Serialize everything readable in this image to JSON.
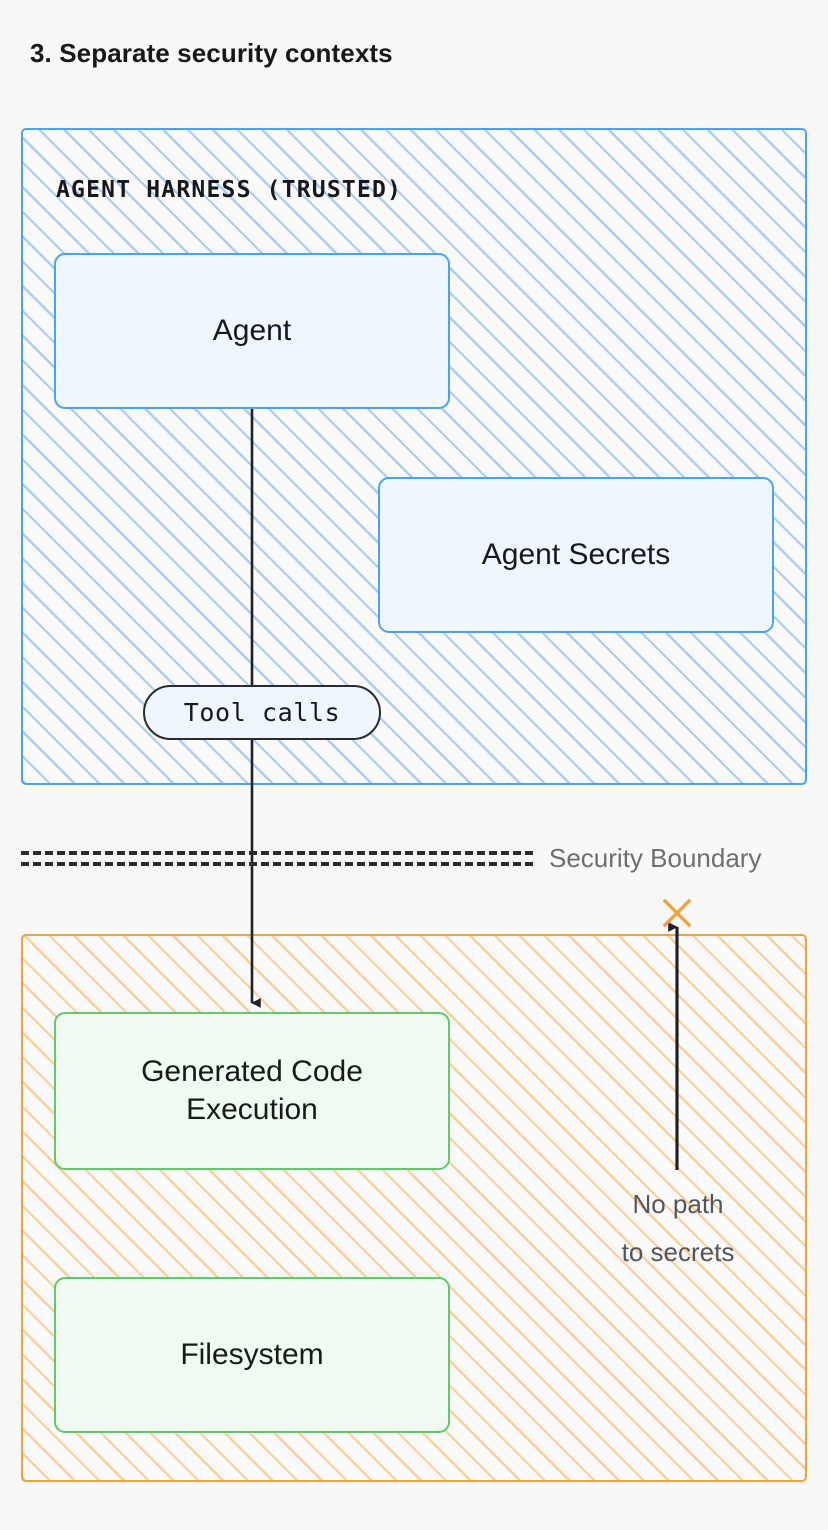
{
  "title": "3. Separate security contexts",
  "zones": {
    "trusted": {
      "label": "AGENT HARNESS (TRUSTED)",
      "border_color": "#4AA3F0",
      "hatch_color": "#A8C9F3",
      "nodes": [
        {
          "id": "agent",
          "label": "Agent"
        },
        {
          "id": "agent-secrets",
          "label": "Agent Secrets"
        }
      ]
    },
    "untrusted": {
      "label": "",
      "border_color": "#F0A33C",
      "hatch_color": "#FACD96",
      "nodes": [
        {
          "id": "code-exec",
          "label": "Generated Code\nExecution"
        },
        {
          "id": "filesystem",
          "label": "Filesystem"
        }
      ]
    }
  },
  "edges": {
    "tool_calls": {
      "label": "Tool calls",
      "from": "agent",
      "to": "code-exec"
    },
    "blocked": {
      "label": "No path\nto secrets",
      "marker": "x-mark",
      "marker_color": "#F0A33C",
      "from": "untrusted-zone",
      "to": "agent-secrets"
    }
  },
  "boundary": {
    "label": "Security Boundary",
    "style": "double-dashed",
    "color": "#2B2C2E",
    "label_color": "#6D6E72"
  },
  "colors": {
    "background": "#F8F8F8",
    "text": "#17181A",
    "blue_fill": "#EFF6FE",
    "blue_stroke": "#4AA3F0",
    "green_fill": "#EFFAF0",
    "green_stroke": "#62C96B",
    "orange_stroke": "#F0A33C",
    "connector": "#202124"
  }
}
